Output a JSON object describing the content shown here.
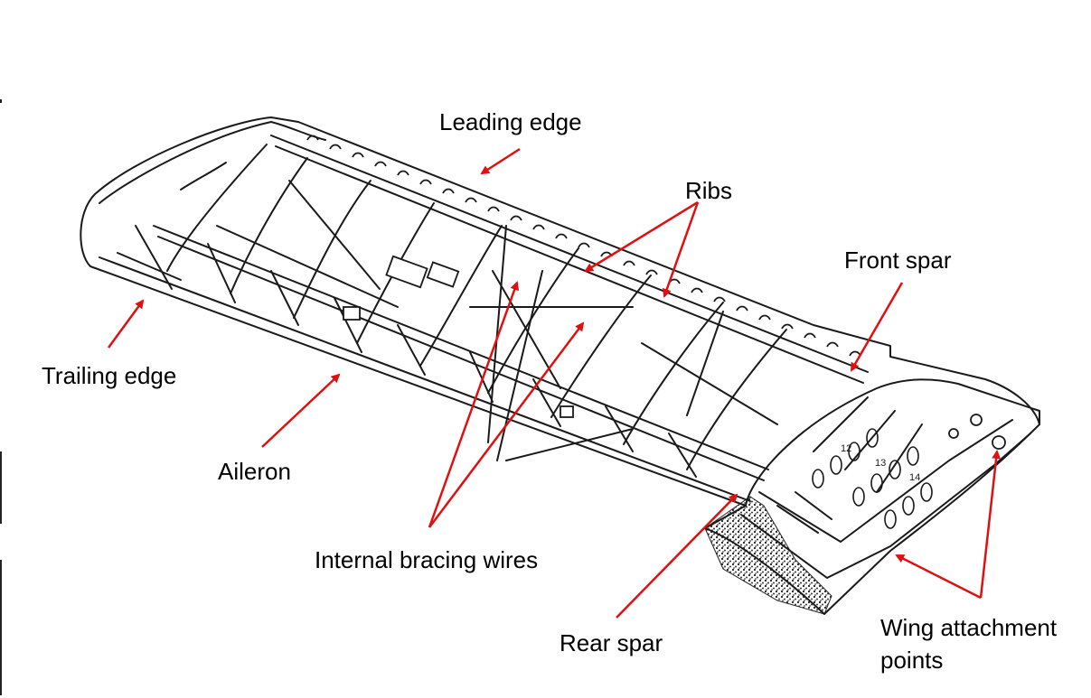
{
  "labels": {
    "leading_edge": "Leading edge",
    "ribs": "Ribs",
    "front_spar": "Front spar",
    "trailing_edge": "Trailing edge",
    "aileron": "Aileron",
    "internal_bracing_wires": "Internal bracing wires",
    "rear_spar": "Rear spar",
    "wing_attachment_line1": "Wing attachment",
    "wing_attachment_line2": "points"
  },
  "rib_numbers": [
    "12",
    "13",
    "14"
  ],
  "colors": {
    "arrow": "#e01010",
    "line_art": "#1a1a1a",
    "background": "#ffffff"
  }
}
